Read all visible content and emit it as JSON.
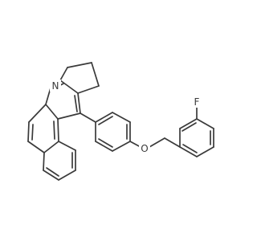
{
  "molecule": {
    "atom_labels": {
      "nitrogen": "N",
      "oxygen": "O",
      "fluorine": "F"
    },
    "bond_color": "#3a3a3a",
    "background_color": "#ffffff"
  }
}
